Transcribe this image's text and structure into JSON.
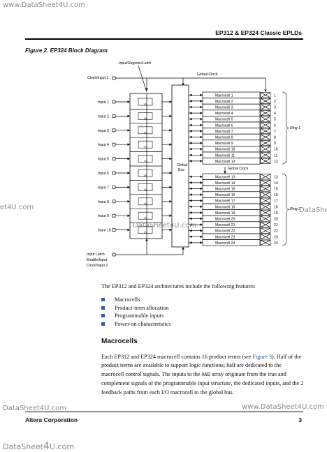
{
  "watermarks": {
    "top_left": "www.DataSheet4U.com",
    "left_mid": "et4U.com",
    "center": "DataSheet4U.com",
    "right_mid": "DataShee",
    "bottom_left": "DataSheet4U.com",
    "bottom_right": "www.DataSheet4U.com",
    "footer_logo_a": "DataSheet",
    "footer_logo_4": "4",
    "footer_logo_b": "U.com"
  },
  "header": {
    "title": "EP312 & EP324 Classic EPLDs"
  },
  "figure": {
    "title": "Figure 2. EP324 Block Diagram",
    "input_register_label": "Input/Register/Latch",
    "clock_input_label": "Clock/Input 1",
    "global_clock_label": "Global Clock",
    "global_clock_label_2": "Global Clock",
    "global_bus_line1": "Global",
    "global_bus_line2": "Bus",
    "inputs": [
      "Input 1",
      "Input 2",
      "Input 3",
      "Input 4",
      "Input 5",
      "Input 6",
      "Input 7",
      "Input 8",
      "Input 9",
      "Input 10"
    ],
    "input_latch_lines": [
      "Input Latch",
      "Enable/Input",
      "Clock/Input 2"
    ],
    "macrocells": [
      "Macrocell 1",
      "Macrocell 2",
      "Macrocell 3",
      "Macrocell 4",
      "Macrocell 5",
      "Macrocell 6",
      "Macrocell 7",
      "Macrocell 8",
      "Macrocell 9",
      "Macrocell 10",
      "Macrocell 11",
      "Macrocell 12",
      "Macrocell 13",
      "Macrocell 14",
      "Macrocell 15",
      "Macrocell 16",
      "Macrocell 17",
      "Macrocell 18",
      "Macrocell 19",
      "Macrocell 20",
      "Macrocell 21",
      "Macrocell 22",
      "Macrocell 23",
      "Macrocell 24"
    ],
    "pin_numbers": [
      "1",
      "2",
      "3",
      "4",
      "5",
      "6",
      "7",
      "8",
      "9",
      "10",
      "11",
      "12",
      "13",
      "14",
      "15",
      "16",
      "17",
      "18",
      "19",
      "20",
      "21",
      "22",
      "23",
      "24"
    ],
    "ring1_label": "Ring 1",
    "ring2_label": "Ring 2"
  },
  "intro": "The EP312 and EP324 architectures include the following features:",
  "features": [
    "Macrocells",
    "Product-term allocation",
    "Programmable inputs",
    "Power-on characteristics"
  ],
  "section": {
    "heading": "Macrocells",
    "p_part1": "Each EP312 and EP324 macrocell contains 16 product terms (see ",
    "p_link": "Figure 3",
    "p_part2": "). Half of the product terms are available to support logic functions; half are dedicated to the macrocell control signals. The inputs to the ",
    "p_and": "AND",
    "p_part3": " array originate from the true and complement signals of the programmable input structure, the dedicated inputs, and the 2 feedback paths from each I/O macrocell to the global bus."
  },
  "footer": {
    "company": "Altera Corporation",
    "page": "3"
  },
  "colors": {
    "bullet": "#2a56c8",
    "link": "#1c4fb8",
    "watermark": "#8a8a8a"
  }
}
